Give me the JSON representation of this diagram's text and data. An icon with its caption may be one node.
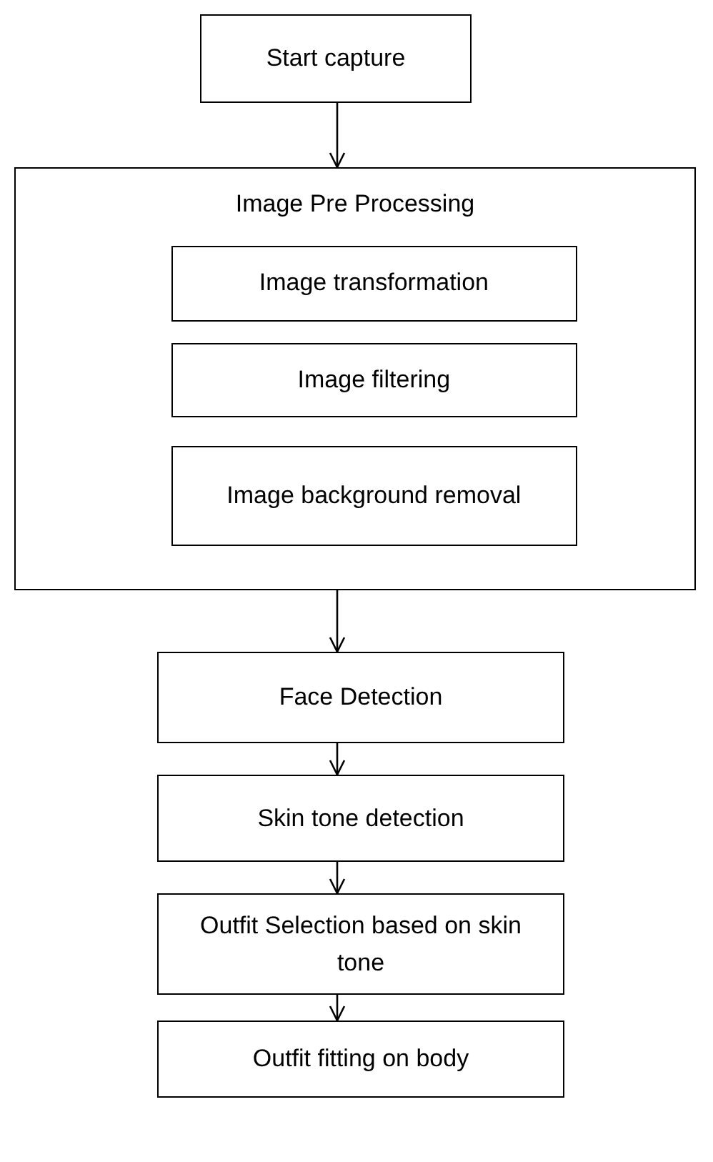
{
  "diagram": {
    "nodes": [
      {
        "text": [
          "Start capture"
        ]
      },
      {
        "text": [
          "Image Pre Processing"
        ]
      },
      {
        "text": [
          "Image transformation"
        ],
        "in": 1
      },
      {
        "text": [
          "Image filtering"
        ],
        "in": 1
      },
      {
        "text": [
          "Image background removal"
        ],
        "in": 1
      },
      {
        "text": [
          "Face Detection"
        ]
      },
      {
        "text": [
          "Skin tone detection"
        ]
      },
      {
        "text": [
          "Outfit Selection based on skin tone"
        ]
      },
      {
        "text": [
          "Outfit fitting on body"
        ]
      }
    ],
    "edges": [
      {
        "from": 0,
        "to": 1,
        "arrow": "to"
      },
      {
        "from": 1,
        "to": 5,
        "arrow": "to"
      },
      {
        "from": 5,
        "to": 6,
        "arrow": "to"
      },
      {
        "from": 6,
        "to": 7,
        "arrow": "to"
      },
      {
        "from": 7,
        "to": 8,
        "arrow": "to"
      }
    ]
  }
}
